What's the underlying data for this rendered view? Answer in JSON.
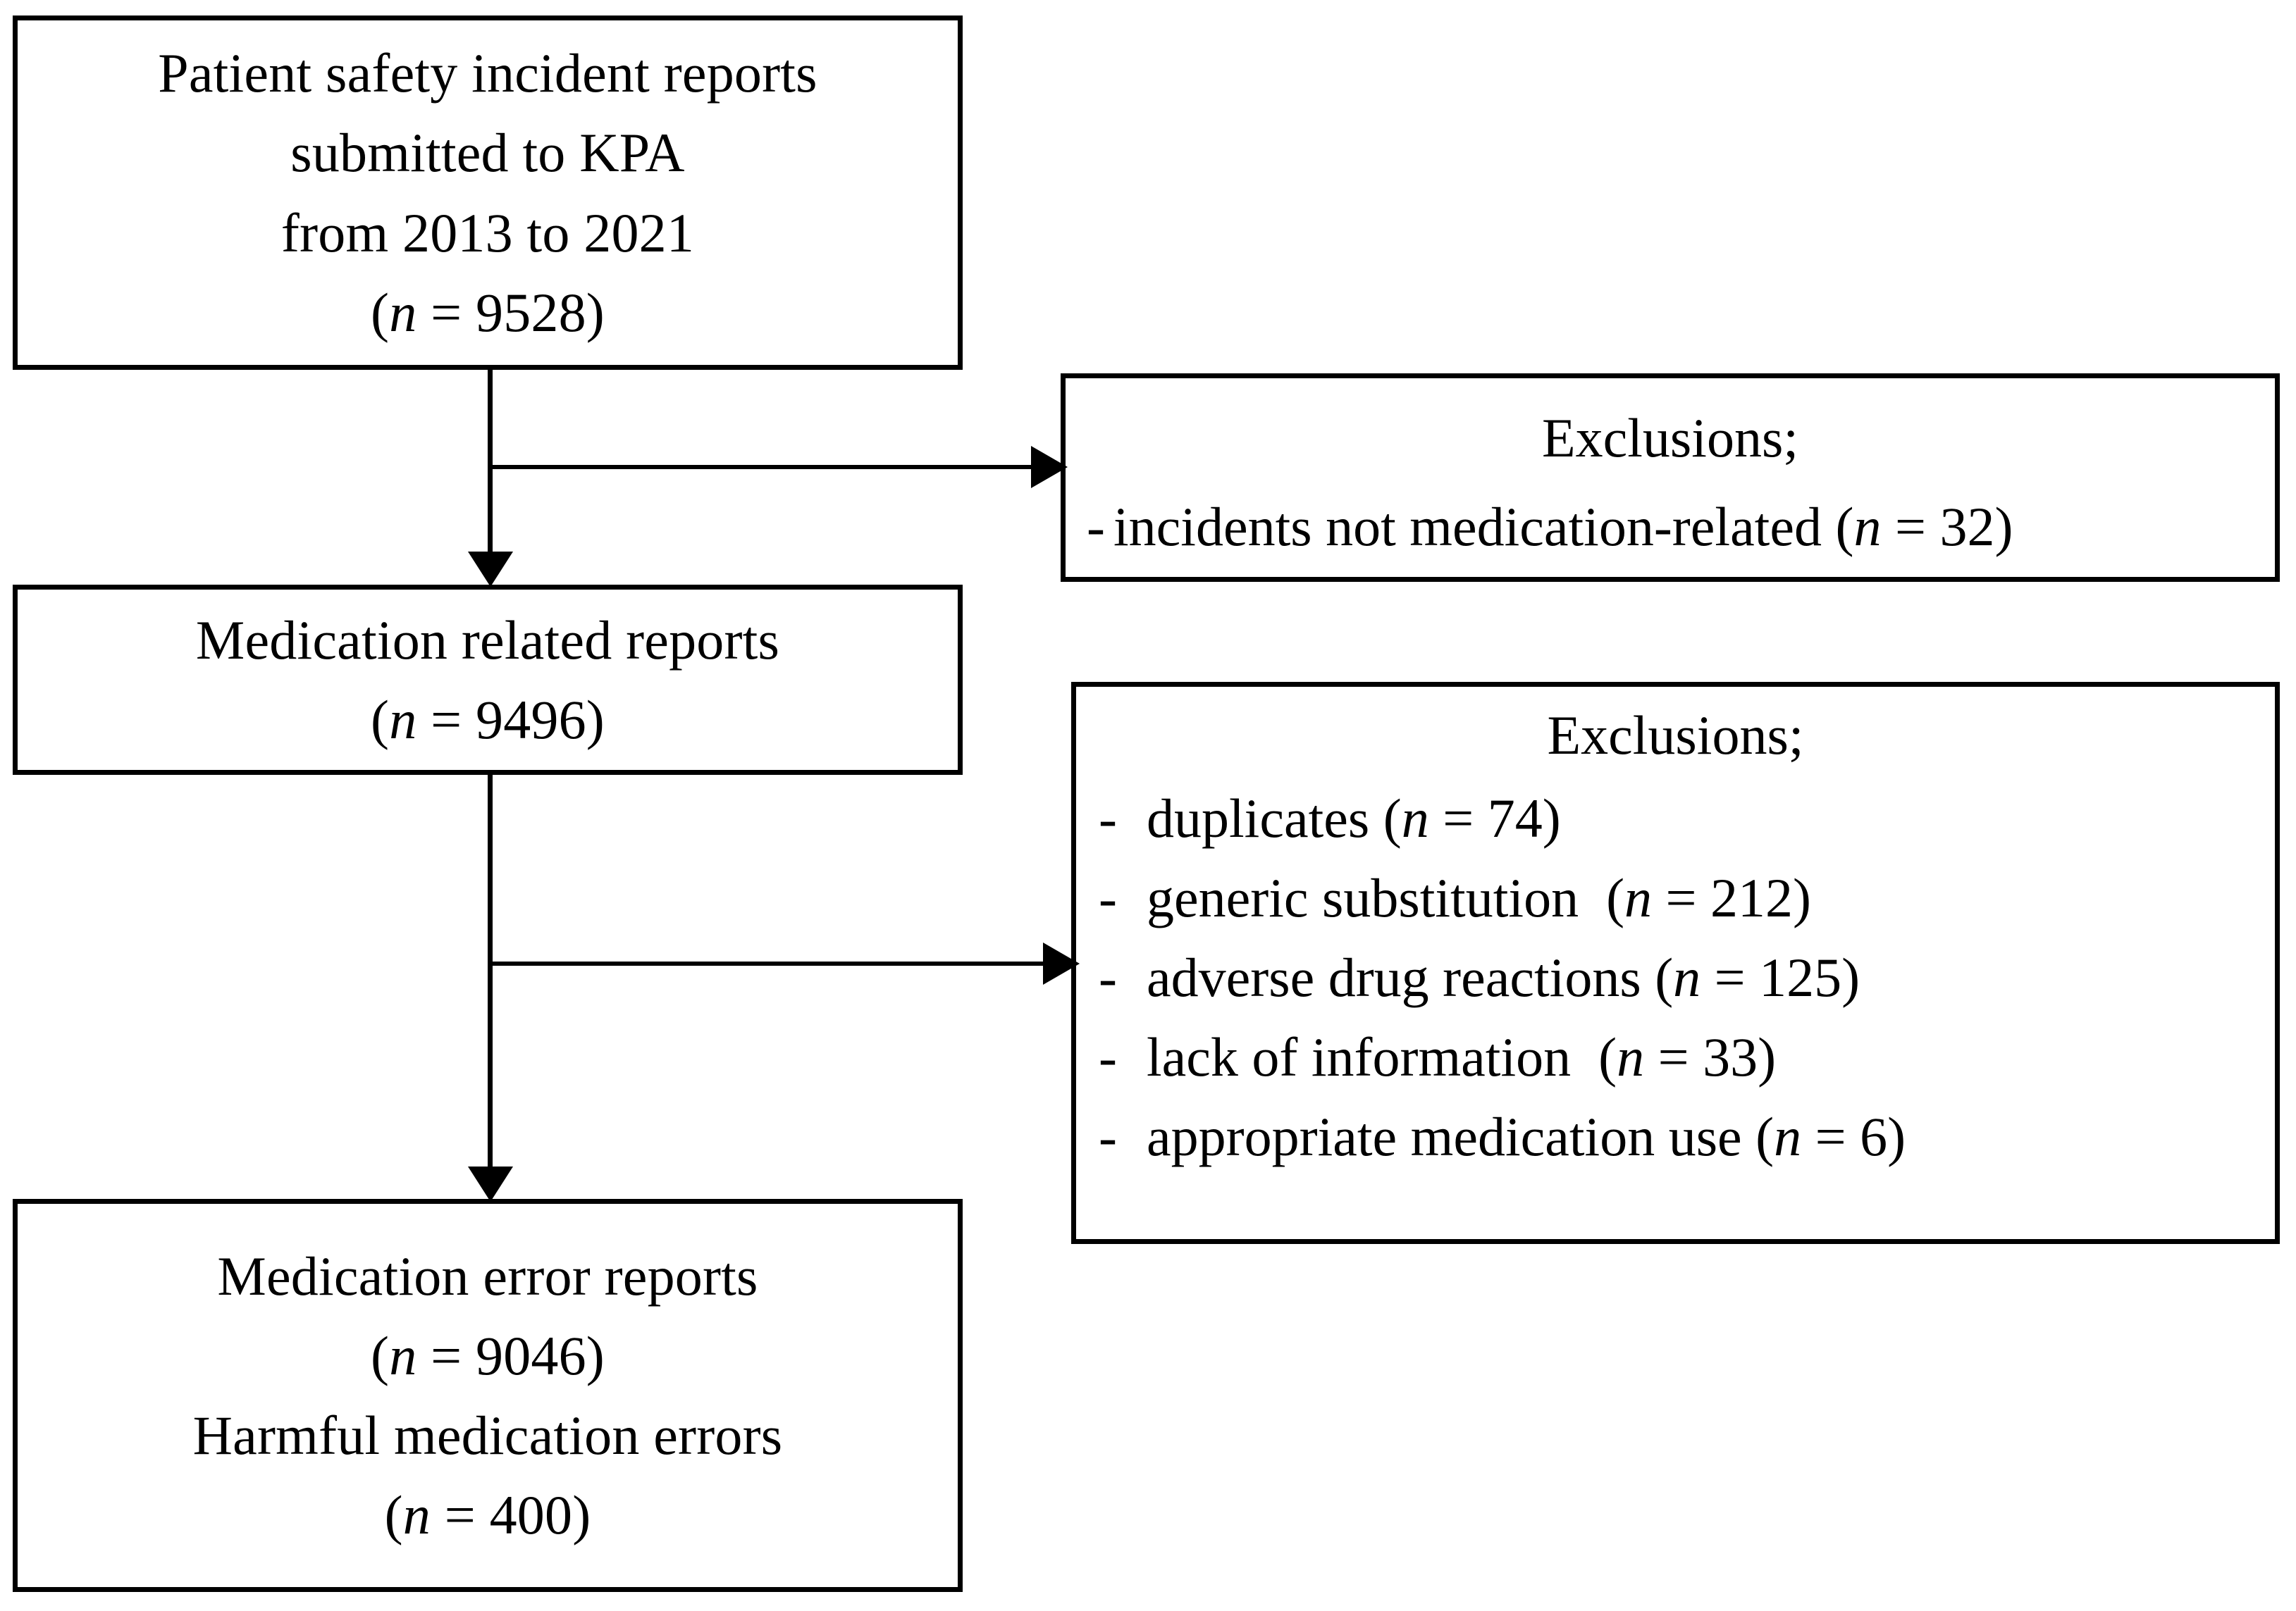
{
  "diagram": {
    "type": "study-flow-diagram",
    "title": "Patient safety incident report screening flow",
    "colors": {
      "line": "#000000",
      "background": "#ffffff",
      "text": "#000000"
    },
    "boxes": [
      {
        "id": "box-incident-reports",
        "lines": [
          "Patient safety incident reports",
          "submitted to KPA",
          "from 2013 to 2021",
          "(n = 9528)"
        ],
        "count_label": "n = 9528",
        "count": 9528
      },
      {
        "id": "box-medication-related",
        "lines": [
          "Medication related reports",
          "(n = 9496)"
        ],
        "count_label": "n = 9496",
        "count": 9496
      },
      {
        "id": "box-medication-error",
        "lines": [
          "Medication error reports",
          "(n = 9046)",
          "Harmful medication errors",
          "(n = 400)"
        ],
        "count_label": "n = 9046",
        "count": 9046,
        "secondary_label": "Harmful medication errors",
        "secondary_count": 400
      }
    ],
    "exclusions": [
      {
        "id": "exclusions-stage-1",
        "title": "Exclusions;",
        "items": [
          {
            "dash": "-",
            "text": "incidents not medication-related (n = 32)",
            "reason": "incidents not medication-related",
            "count": 32
          }
        ]
      },
      {
        "id": "exclusions-stage-2",
        "title": "Exclusions;",
        "items": [
          {
            "dash": "-",
            "text": "duplicates (n = 74)",
            "reason": "duplicates",
            "count": 74
          },
          {
            "dash": "-",
            "text": "generic substitution  (n = 212)",
            "reason": "generic substitution",
            "count": 212
          },
          {
            "dash": "-",
            "text": "adverse drug reactions (n = 125)",
            "reason": "adverse drug reactions",
            "count": 125
          },
          {
            "dash": "-",
            "text": "lack of information  (n = 33)",
            "reason": "lack of information",
            "count": 33
          },
          {
            "dash": "-",
            "text": "appropriate medication use (n = 6)",
            "reason": "appropriate medication use",
            "count": 6
          }
        ]
      }
    ],
    "connectors": [
      {
        "id": "connector-box1-to-box2",
        "kind": "vertical-arrow"
      },
      {
        "id": "connector-box1-to-exclusions1",
        "kind": "horizontal-arrow"
      },
      {
        "id": "connector-box2-to-box3",
        "kind": "vertical-arrow"
      },
      {
        "id": "connector-box2-to-exclusions2",
        "kind": "horizontal-arrow"
      }
    ]
  }
}
